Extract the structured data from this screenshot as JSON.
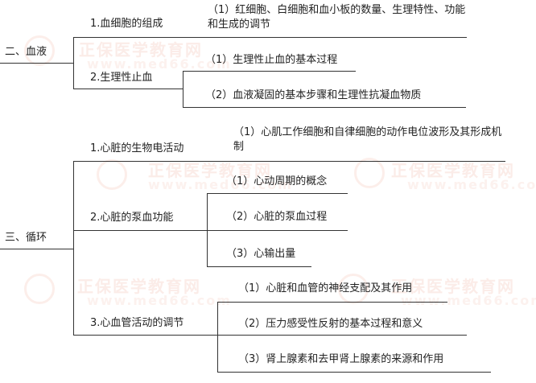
{
  "watermark": {
    "brand": "正保医学教育网",
    "url": "www.med66.com",
    "color": "#f3c9bd"
  },
  "sections": [
    {
      "title": "二、血液",
      "topics": [
        {
          "title": "1.血细胞的组成",
          "items": [
            "（1）红细胞、白细胞和血小板的数量、生理特性、功能和生成的调节"
          ]
        },
        {
          "title": "2.生理性止血",
          "items": [
            "（1）生理性止血的基本过程",
            "（2）血液凝固的基本步骤和生理性抗凝血物质"
          ]
        }
      ]
    },
    {
      "title": "三、循环",
      "topics": [
        {
          "title": "1.心脏的生物电活动",
          "items": [
            "（1）心肌工作细胞和自律细胞的动作电位波形及其形成机制"
          ]
        },
        {
          "title": "2.心脏的泵血功能",
          "items": [
            "（1）心动周期的概念",
            "（2）心脏的泵血过程",
            "（3）心输出量"
          ]
        },
        {
          "title": "3.心血管活动的调节",
          "items": [
            "（1）心脏和血管的神经支配及其作用",
            "（2）压力感受性反射的基本过程和意义",
            "（3）肾上腺素和去甲肾上腺素的来源和作用"
          ]
        }
      ]
    }
  ]
}
